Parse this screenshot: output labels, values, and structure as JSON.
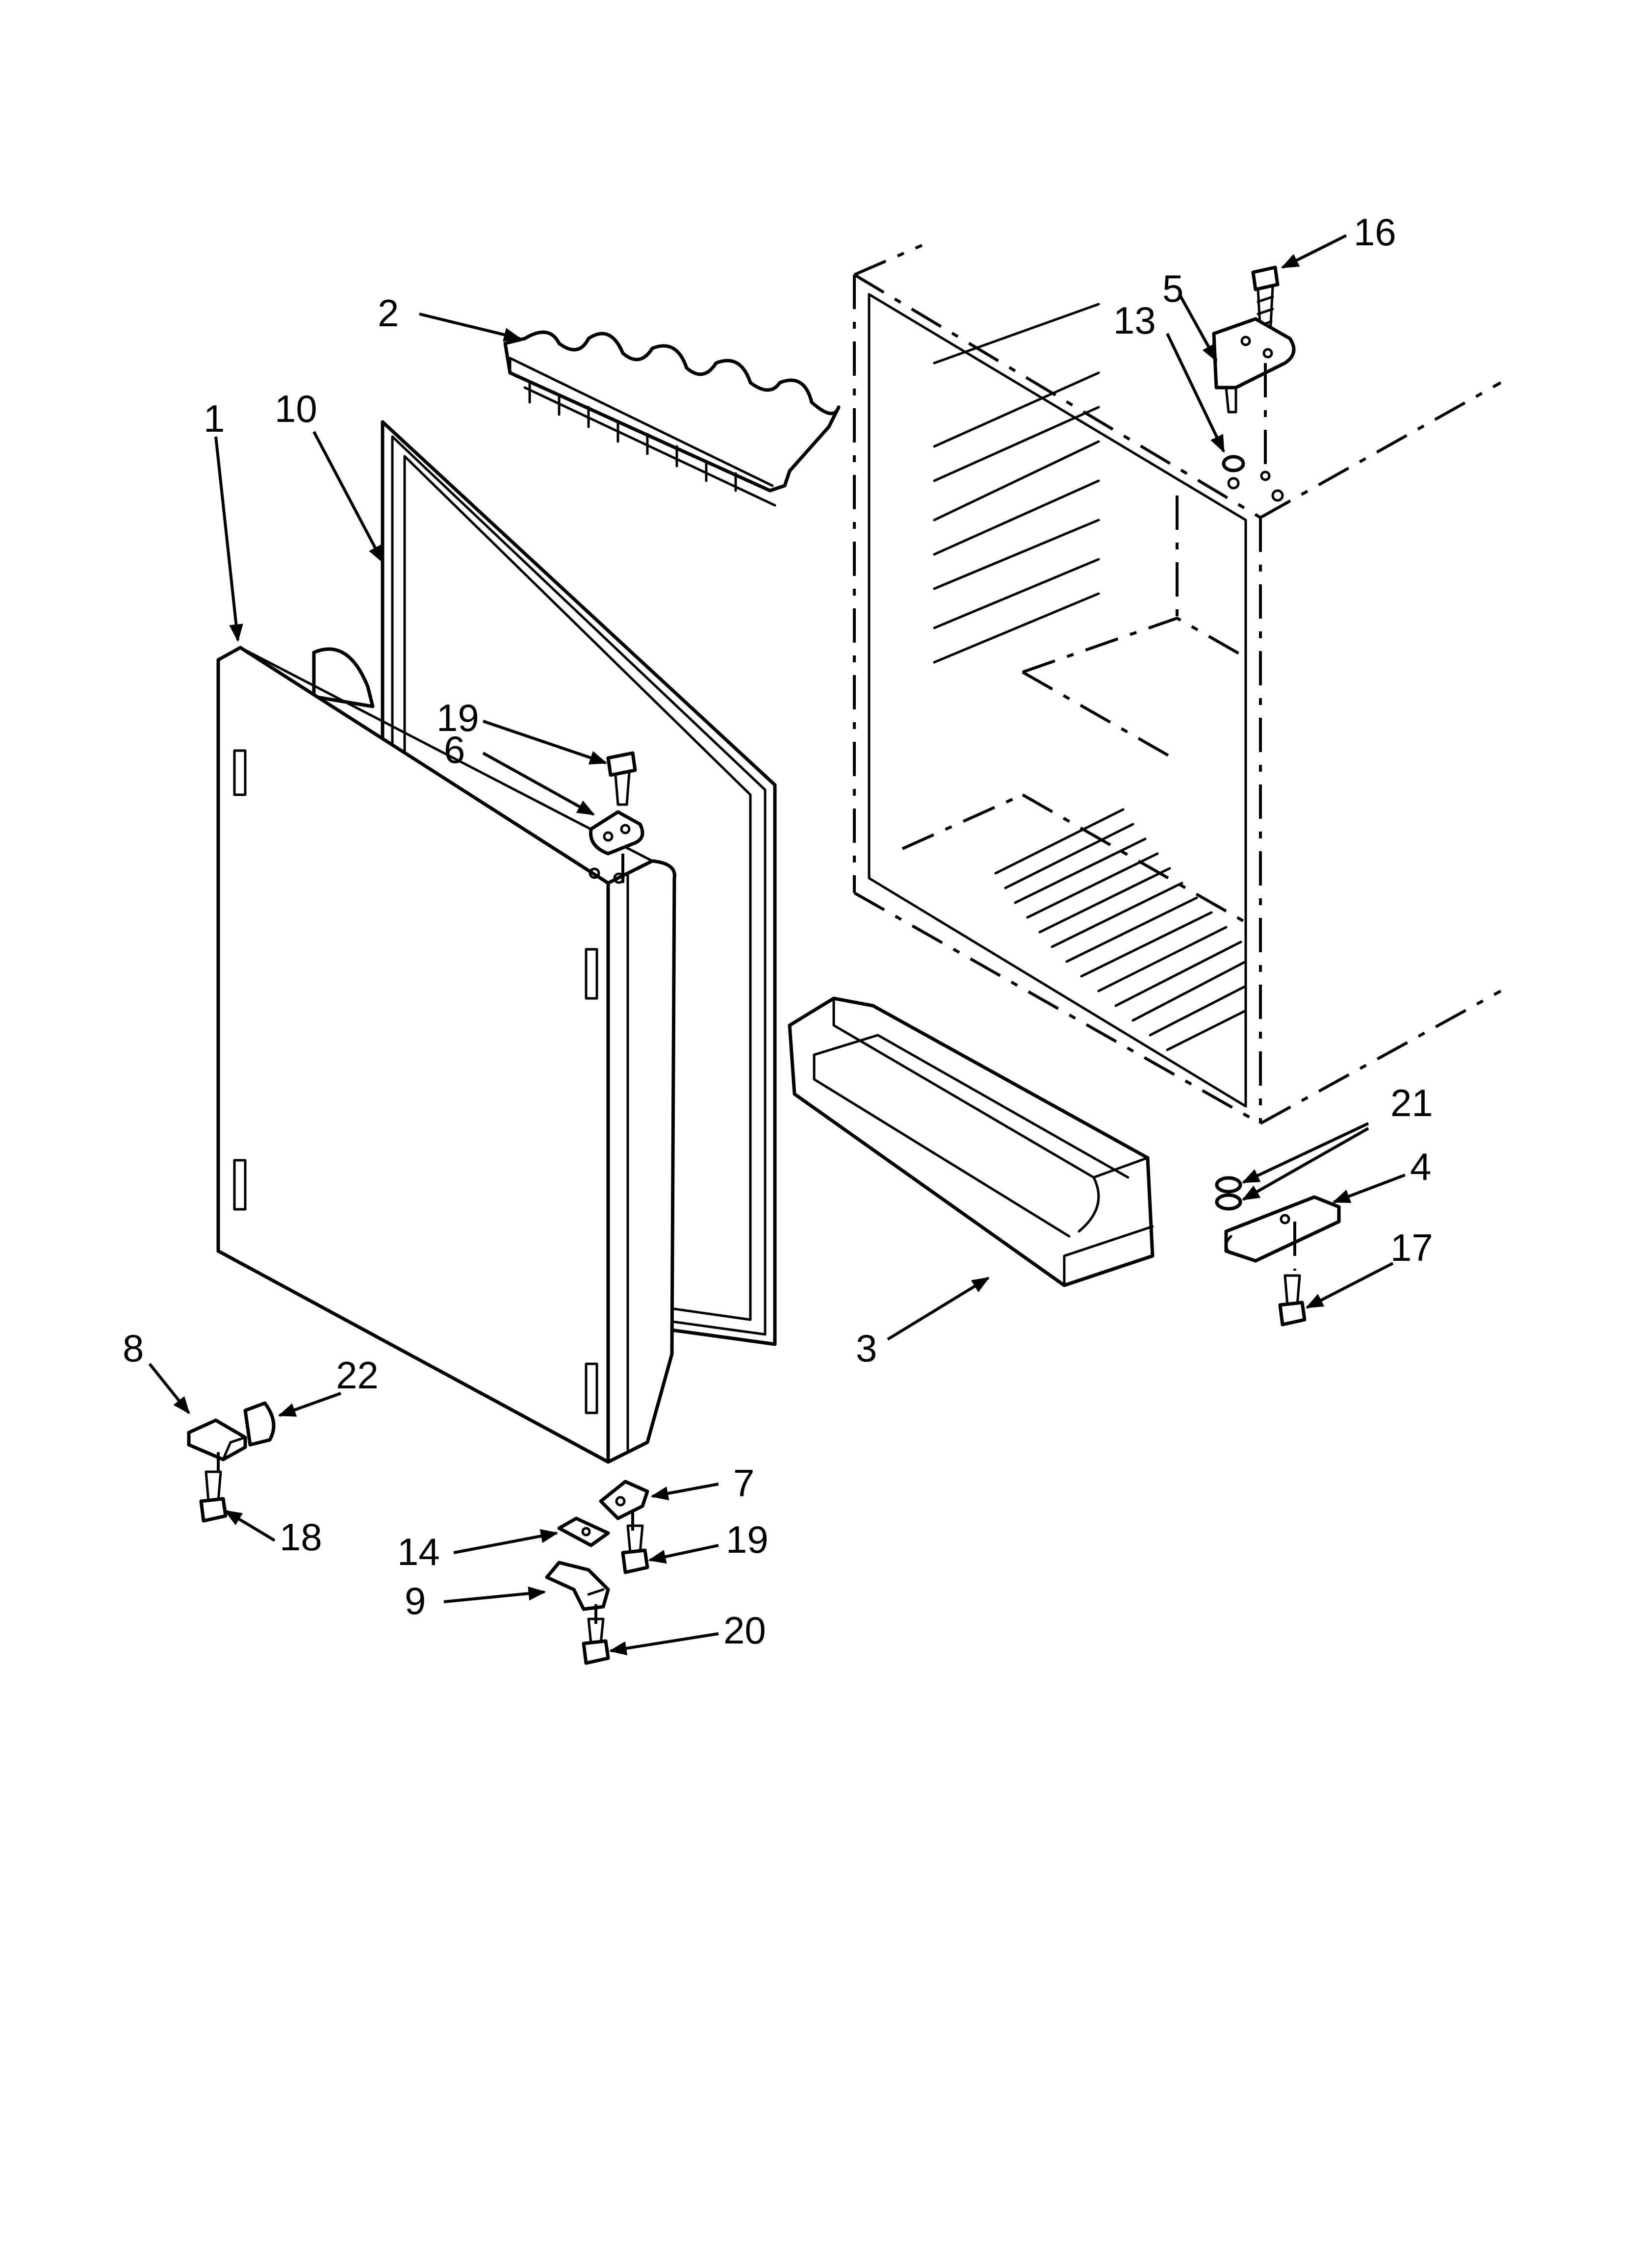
{
  "labels": {
    "l1": "1",
    "l2": "2",
    "l3": "3",
    "l4": "4",
    "l5": "5",
    "l6": "6",
    "l7": "7",
    "l8": "8",
    "l9": "9",
    "l10": "10",
    "l13": "13",
    "l14": "14",
    "l16": "16",
    "l17": "17",
    "l18": "18",
    "l19a": "19",
    "l19b": "19",
    "l20": "20",
    "l21": "21",
    "l22": "22"
  }
}
